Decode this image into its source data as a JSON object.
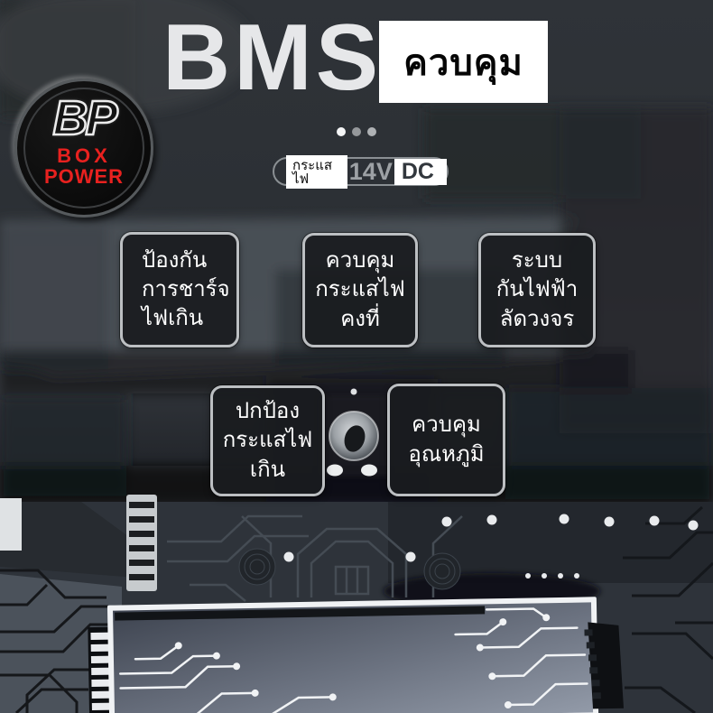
{
  "header": {
    "title": "BMS",
    "badge": "ควบคุม"
  },
  "logo": {
    "initials": "BP",
    "line1": "BOX",
    "line2": "POWER"
  },
  "spec_pill": {
    "label": "กระแสไฟ",
    "value": "14V",
    "unit": "DC"
  },
  "features": [
    {
      "lines": [
        "ป้องกัน",
        "การชาร์จ",
        "ไฟเกิน"
      ]
    },
    {
      "lines": [
        "ควบคุม",
        "กระแสไฟ",
        "คงที่"
      ]
    },
    {
      "lines": [
        "ระบบ",
        "กันไฟฟ้า",
        "ลัดวงจร"
      ]
    },
    {
      "lines": [
        "ปกป้อง",
        "กระแสไฟ",
        "เกิน"
      ]
    },
    {
      "lines": [
        "ควบคุม",
        "อุณหภูมิ"
      ]
    }
  ],
  "colors": {
    "accent_red": "#e8211f",
    "badge_bg": "#ffffff",
    "title_text": "#e6e7e9",
    "feature_border": "#bcbfc2",
    "feature_bg": "#1a1c1f",
    "pill_border": "#8a8f93",
    "pill_value_text": "#9da1a5"
  }
}
